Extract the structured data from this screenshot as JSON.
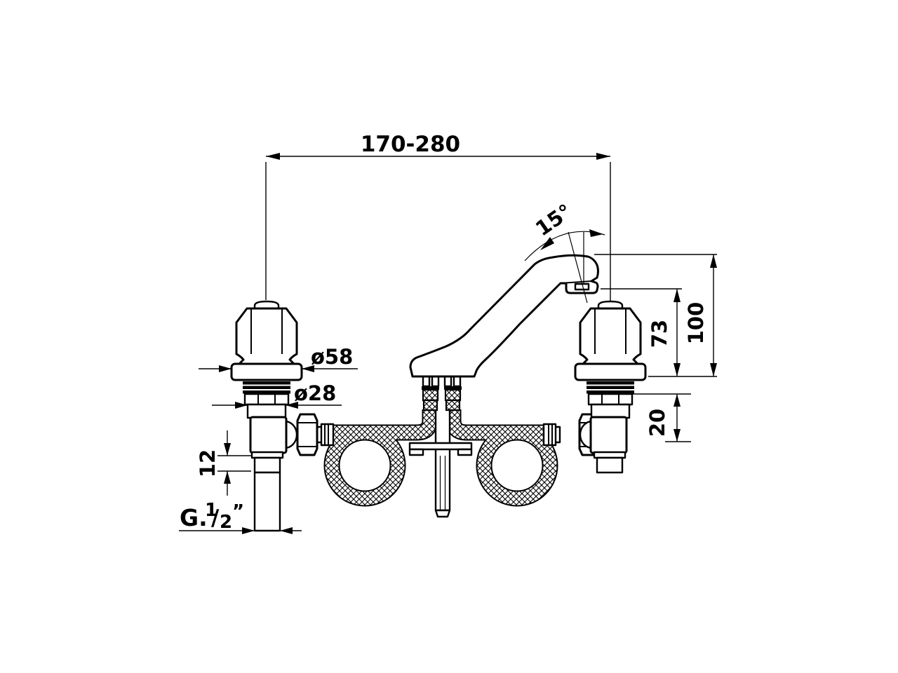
{
  "drawing": {
    "background_color": "#ffffff",
    "line_color": "#000000",
    "subject": "two-handle basin mixer faucet - front elevation technical drawing",
    "labels": {
      "hole_distance": "170-280",
      "spout_angle": "15°",
      "flange_diameter": "ø58",
      "body_diameter": "ø28",
      "spout_outlet_height": "73",
      "spout_top_height": "100",
      "under_deck_depth": "20",
      "shank_step_height": "12",
      "inlet_thread": {
        "prefix": "G.",
        "numerator": "1",
        "slash": "/",
        "denominator": "2",
        "unit_mark": "”"
      }
    }
  }
}
